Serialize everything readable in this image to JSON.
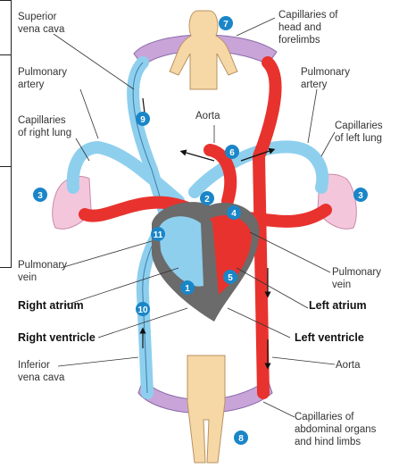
{
  "labels": {
    "superior_vena_cava": "Superior\nvena cava",
    "capillaries_head": "Capillaries of\nhead and\nforelimbs",
    "pulmonary_artery_left": "Pulmonary\nartery",
    "pulmonary_artery_right": "Pulmonary\nartery",
    "capillaries_right_lung": "Capillaries\nof right lung",
    "aorta_top": "Aorta",
    "capillaries_left_lung": "Capillaries\nof left lung",
    "pulmonary_vein_left": "Pulmonary\nvein",
    "pulmonary_vein_right": "Pulmonary\nvein",
    "right_atrium": "Right atrium",
    "left_atrium": "Left atrium",
    "right_ventricle": "Right ventricle",
    "left_ventricle": "Left ventricle",
    "inferior_vena_cava": "Inferior\nvena cava",
    "aorta_bottom": "Aorta",
    "capillaries_abdominal": "Capillaries of\nabdominal organs\nand hind limbs"
  },
  "markers": [
    "1",
    "2",
    "3",
    "3",
    "4",
    "5",
    "6",
    "7",
    "8",
    "9",
    "10",
    "11"
  ],
  "colors": {
    "oxygenated": "#e8322e",
    "deoxygenated": "#8ecfee",
    "heart": "#6b6b6b",
    "body": "#f6d7a6",
    "lung": "#f4c6dc",
    "marker": "#1a86c8"
  }
}
